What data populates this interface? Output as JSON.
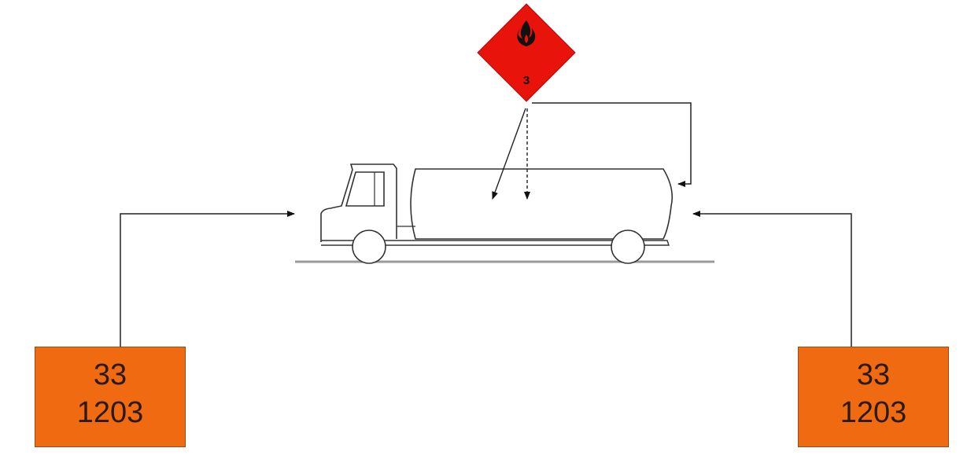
{
  "placard": {
    "class_number": "3",
    "symbol": "flame-icon",
    "color": "#e8140c"
  },
  "orange_plates": {
    "color": "#f06a12",
    "left": {
      "hazard_id": "33",
      "un_number": "1203"
    },
    "right": {
      "hazard_id": "33",
      "un_number": "1203"
    }
  },
  "line_color": "#222222"
}
